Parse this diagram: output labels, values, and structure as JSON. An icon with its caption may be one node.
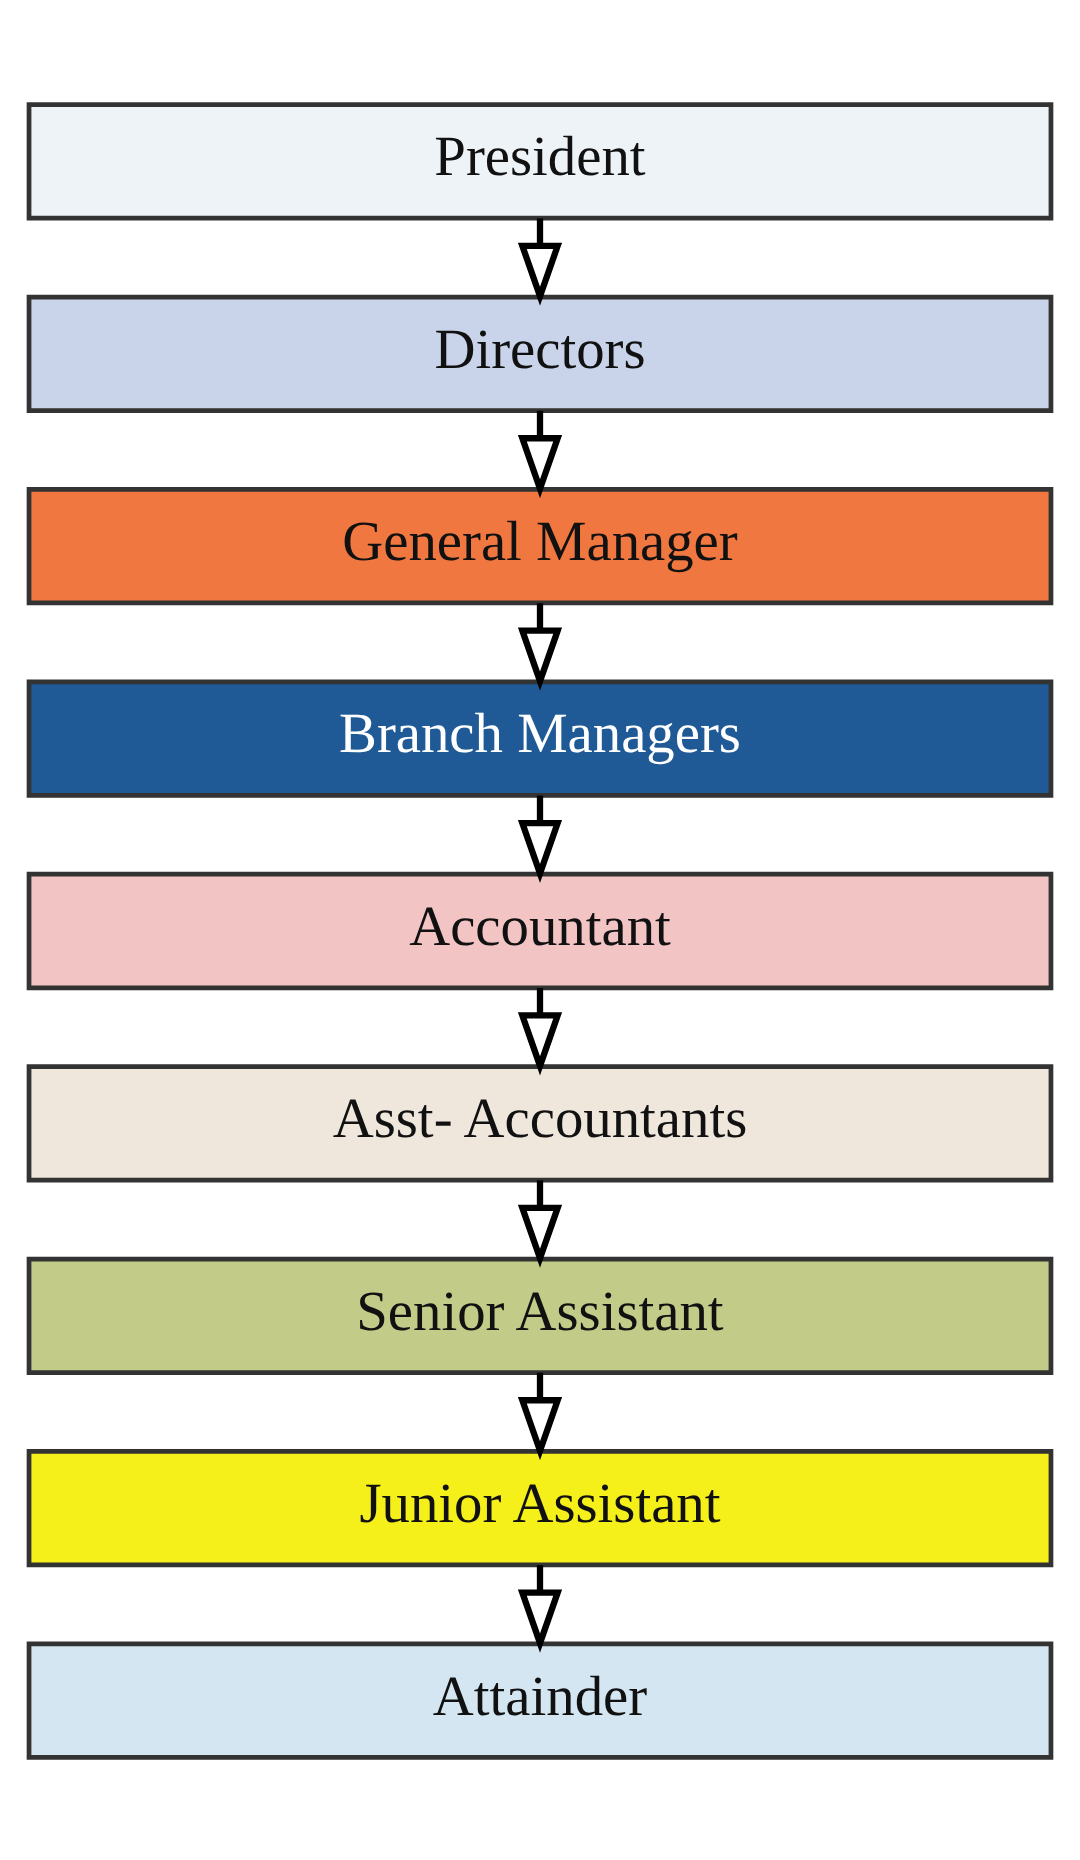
{
  "diagram": {
    "nodes": [
      {
        "text": [
          "President"
        ]
      },
      {
        "text": [
          "Directors"
        ]
      },
      {
        "text": [
          "General Manager"
        ]
      },
      {
        "text": [
          "Branch Managers"
        ]
      },
      {
        "text": [
          "Accountant"
        ]
      },
      {
        "text": [
          "Asst- Accountants"
        ]
      },
      {
        "text": [
          "Senior Assistant"
        ]
      },
      {
        "text": [
          "Junior Assistant"
        ]
      },
      {
        "text": [
          "Attainder"
        ]
      }
    ],
    "edges": [
      {
        "from": 0,
        "to": 1,
        "arrow": "to"
      },
      {
        "from": 1,
        "to": 2,
        "arrow": "to"
      },
      {
        "from": 2,
        "to": 3,
        "arrow": "to"
      },
      {
        "from": 3,
        "to": 4,
        "arrow": "to"
      },
      {
        "from": 4,
        "to": 5,
        "arrow": "to"
      },
      {
        "from": 5,
        "to": 6,
        "arrow": "to"
      },
      {
        "from": 6,
        "to": 7,
        "arrow": "to"
      },
      {
        "from": 7,
        "to": 8,
        "arrow": "to"
      }
    ]
  }
}
